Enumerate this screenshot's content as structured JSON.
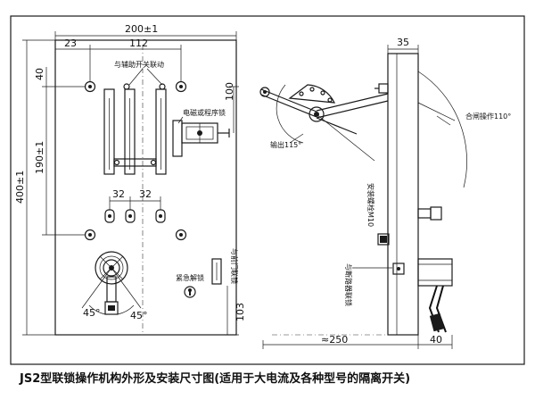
{
  "dims": {
    "d200": "200±1",
    "d112": "112",
    "d23": "23",
    "d40_left": "40",
    "d100": "100",
    "d190": "190±1",
    "d400": "400±1",
    "d32a": "32",
    "d32b": "32",
    "d103": "103",
    "d45a": "45°",
    "d45b": "45°",
    "d35": "35",
    "d250": "≈250",
    "d40_right": "40"
  },
  "labels": {
    "aux_switch": "与辅助开关联动",
    "electromagnetic_lock": "电磁或程序锁",
    "emergency_unlock": "紧急解锁",
    "front_door_link": "与前门联锁",
    "output": "输出115°",
    "closing_op": "合闸操作110°",
    "mounting_bolt": "安装螺栓M10",
    "breaker_link": "与断路器联锁"
  },
  "caption": "JS2型联锁操作机构外形及安装尺寸图(适用于大电流及各种型号的隔离开关)",
  "colors": {
    "ink": "#1a1a1a",
    "background": "#ffffff"
  }
}
